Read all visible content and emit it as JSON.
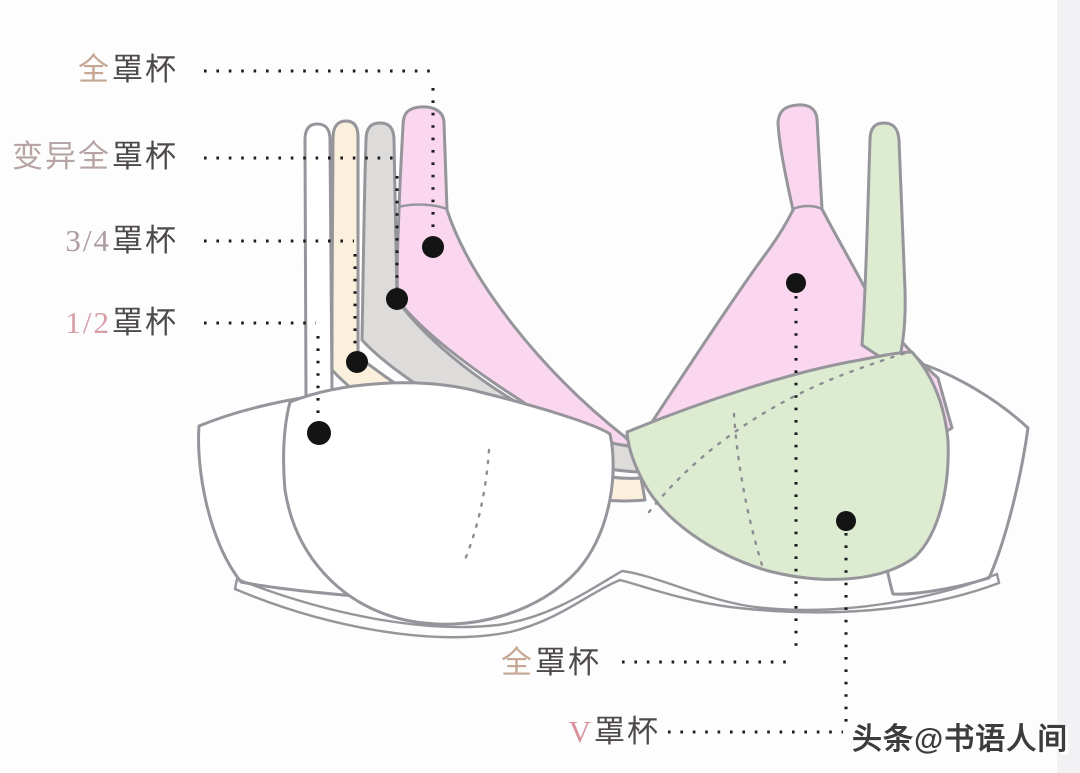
{
  "page": {
    "background": "#fdfdfd",
    "right_edge_strip_color": "#f2f2f4"
  },
  "labels": {
    "suffix_color": "#4e4a4a",
    "left": [
      {
        "name": "full-cup",
        "prefix": "全",
        "suffix": "罩杯",
        "prefix_color": "#c5a794"
      },
      {
        "name": "variant-full-cup",
        "prefix": "变异全",
        "suffix": "罩杯",
        "prefix_color": "#b7a4a4"
      },
      {
        "name": "three-quarter-cup",
        "prefix": "3/4",
        "suffix": "罩杯",
        "prefix_color": "#ad9aa2"
      },
      {
        "name": "half-cup",
        "prefix": "1/2",
        "suffix": "罩杯",
        "prefix_color": "#d79da7"
      }
    ],
    "bottom": [
      {
        "name": "full-cup-right",
        "prefix": "全",
        "suffix": "罩杯",
        "prefix_color": "#c5a794"
      },
      {
        "name": "v-cup",
        "prefix": "V",
        "suffix": "罩杯",
        "prefix_color": "#d8919b"
      }
    ]
  },
  "watermark": {
    "text": "头条@书语人间",
    "color": "#3c3c3e"
  },
  "illustration": {
    "outline_color": "#95959b",
    "marker_dot_color": "#141414",
    "leader_dot_color": "#1c1c1c",
    "underband_tint": "#ecdce8",
    "cup_colors": {
      "full_cup_pink": "#fad7ee",
      "variant_full_cup_gray": "#dedcdb",
      "three_quarter_cup_cream": "#faf0dc",
      "half_cup_white": "#ffffff",
      "v_cup_green": "#ddecd1"
    }
  }
}
